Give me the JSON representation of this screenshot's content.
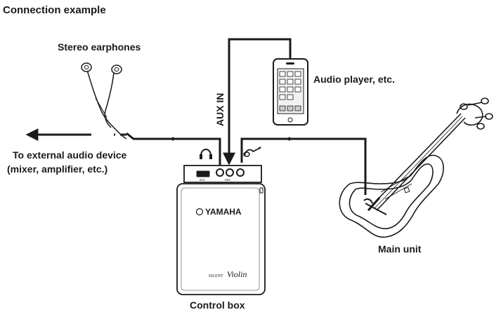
{
  "title": "Connection example",
  "labels": {
    "earphones": "Stereo earphones",
    "audio_player": "Audio player, etc.",
    "aux_in": "AUX IN",
    "external_line1": "To external audio device",
    "external_line2": "(mixer, amplifier, etc.)",
    "main_unit": "Main unit",
    "control_box": "Control box"
  },
  "device": {
    "brand": "YAMAHA",
    "product_prefix": "SILENT",
    "product_name": "Violin",
    "panel_9va": "9VA",
    "panel_mid": "MIX"
  }
}
